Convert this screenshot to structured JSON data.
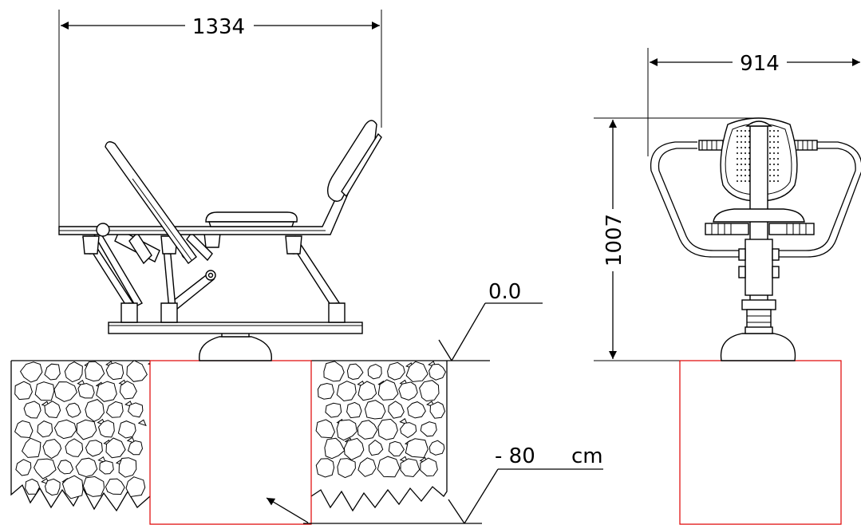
{
  "drawing": {
    "side_view": {
      "width_label": "1334",
      "ground_level_label": "0.0",
      "depth_label": "- 80",
      "depth_unit": "cm"
    },
    "front_view": {
      "width_label": "914",
      "height_label": "1007"
    },
    "colors": {
      "line": "#000000",
      "foundation": "#e00000",
      "background": "#ffffff"
    }
  }
}
